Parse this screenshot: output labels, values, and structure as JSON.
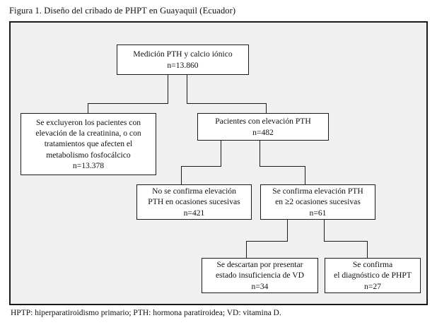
{
  "figure": {
    "title": "Figura 1. Diseño del cribado de PHPT en Guayaquil (Ecuador)",
    "footnote": "HPTP: hiperparatiroidismo primario; PTH: hormona paratiroidea; VD: vitamina D."
  },
  "colors": {
    "page_background": "#ffffff",
    "frame_background": "#f0f0f0",
    "frame_border": "#1a1a1a",
    "node_background": "#ffffff",
    "node_border": "#1a1a1a",
    "connector": "#1a1a1a",
    "text": "#111111"
  },
  "chart_data": {
    "type": "diagram",
    "title": "Figura 1. Diseño del cribado de PHPT en Guayaquil (Ecuador)",
    "nodes": [
      {
        "id": "measurement",
        "lines": [
          "Medición PTH y calcio iónico",
          "n=13.860"
        ],
        "count": 13860
      },
      {
        "id": "excluded",
        "lines": [
          "Se excluyeron los pacientes con",
          "elevación de la creatinina, o con",
          "tratamientos que afecten el",
          "metabolismo fosfocálcico",
          "n=13.378"
        ],
        "count": 13378
      },
      {
        "id": "elevated-pth",
        "lines": [
          "Pacientes con elevación PTH",
          "n=482"
        ],
        "count": 482
      },
      {
        "id": "not-confirmed",
        "lines": [
          "No se confirma elevación",
          "PTH en ocasiones sucesivas",
          "n=421"
        ],
        "count": 421
      },
      {
        "id": "confirmed",
        "lines": [
          "Se confirma elevación PTH",
          "en ≥2 ocasiones sucesivas",
          "n=61"
        ],
        "count": 61
      },
      {
        "id": "vitd-insufficiency",
        "lines": [
          "Se descartan por presentar",
          "estado insuficiencia de VD",
          "n=34"
        ],
        "count": 34
      },
      {
        "id": "phpt-diagnosis",
        "lines": [
          "Se confirma",
          "el diagnóstico de PHPT",
          "n=27"
        ],
        "count": 27
      }
    ],
    "edges": [
      {
        "from": "measurement",
        "to": "excluded"
      },
      {
        "from": "measurement",
        "to": "elevated-pth"
      },
      {
        "from": "elevated-pth",
        "to": "not-confirmed"
      },
      {
        "from": "elevated-pth",
        "to": "confirmed"
      },
      {
        "from": "confirmed",
        "to": "vitd-insufficiency"
      },
      {
        "from": "confirmed",
        "to": "phpt-diagnosis"
      }
    ]
  },
  "nodes": {
    "measurement": {
      "l0": "Medición PTH y calcio iónico",
      "l1": "n=13.860"
    },
    "excluded": {
      "l0": "Se excluyeron los pacientes con",
      "l1": "elevación de la creatinina, o con",
      "l2": "tratamientos que afecten el",
      "l3": "metabolismo fosfocálcico",
      "l4": "n=13.378"
    },
    "elevated_pth": {
      "l0": "Pacientes con elevación PTH",
      "l1": "n=482"
    },
    "not_confirmed": {
      "l0": "No se confirma elevación",
      "l1": "PTH en ocasiones sucesivas",
      "l2": "n=421"
    },
    "confirmed": {
      "l0": "Se confirma elevación PTH",
      "l1a": "en ",
      "l1b": "≥",
      "l1c": "2 ocasiones sucesivas",
      "l2": "n=61"
    },
    "vitd_insufficiency": {
      "l0": "Se descartan por presentar",
      "l1": "estado insuficiencia de VD",
      "l2": "n=34"
    },
    "phpt_diagnosis": {
      "l0": "Se confirma",
      "l1": "el diagnóstico de PHPT",
      "l2": "n=27"
    }
  }
}
